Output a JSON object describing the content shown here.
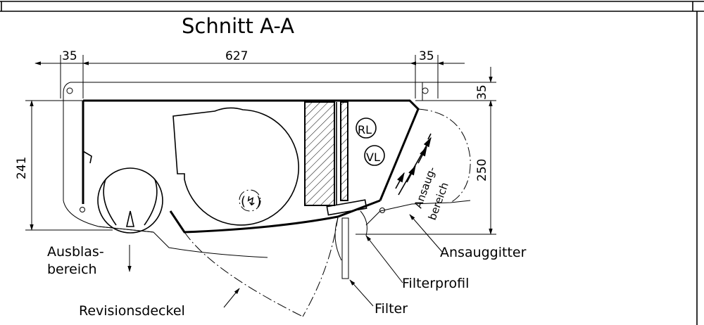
{
  "title": "Schnitt A-A",
  "dimensions": {
    "left_margin": "35",
    "width": "627",
    "right_margin": "35",
    "top_offset": "35",
    "height_left": "241",
    "height_right": "250"
  },
  "labels": {
    "rl": "RL",
    "vl": "VL",
    "ansaug_line1": "Ansaug-",
    "ansaug_line2": "bereich",
    "ausblas_line1": "Ausblas-",
    "ausblas_line2": "bereich",
    "ansauggitter": "Ansauggitter",
    "filterprofil": "Filterprofil",
    "filter": "Filter",
    "revisionsdeckel": "Revisionsdeckel"
  }
}
